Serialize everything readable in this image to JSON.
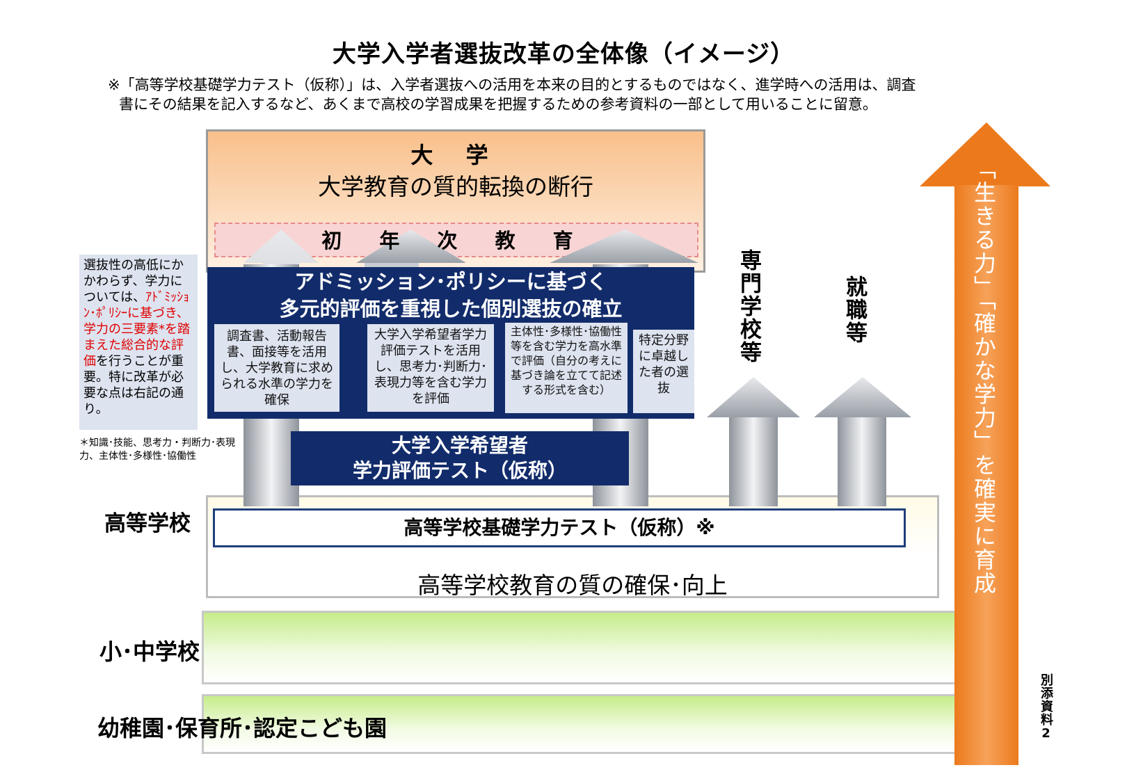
{
  "title": "大学入学者選抜改革の全体像（イメージ）",
  "note": {
    "line1": "※「高等学校基礎学力テスト（仮称）」は、入学者選抜への活用を本来の目的とするものではなく、進学時への活用は、調査",
    "line2": "書にその結果を記入するなど、あくまで高校の学習成果を把握するための参考資料の一部として用いることに留意。"
  },
  "university": {
    "title": "大 学",
    "subtitle": "大学教育の質的転換の断行",
    "first_year": "初 年 次 教 育"
  },
  "admission": {
    "title_line1": "アドミッション･ポリシーに基づく",
    "title_line2": "多元的評価を重視した個別選抜の確立",
    "cells": [
      "調査書、活動報告書、面接等を活用し、大学教育に求められる水準の学力を確保",
      "大学入学希望者学力評価テストを活用し、思考力･判断力･表現力等を含む学力を評価",
      "主体性･多様性･協働性等を含む学力を高水準で評価（自分の考えに基づき論を立てて記述する形式を含む）",
      "特定分野に卓越した者の選抜"
    ]
  },
  "test": {
    "line1": "大学入学希望者",
    "line2": "学力評価テスト（仮称）"
  },
  "side_note": {
    "part1": "選抜性の高低にかかわらず、学力については、",
    "part2": "ｱﾄﾞﾐｯｼｮﾝ･ﾎﾟﾘｼｰに基づき、学力の三要素*を踏まえた総合的な評価",
    "part3": "を行うことが重要。特に改革が必要な点は右記の通り。",
    "footnote": "＊知識･技能、思考力・判断力･表現力、主体性･多様性･協働性"
  },
  "high_school": {
    "label": "高等学校",
    "test": "高等学校基礎学力テスト（仮称）※",
    "quality": "高等学校教育の質の確保･向上"
  },
  "elementary": {
    "label": "小･中学校"
  },
  "kindergarten": {
    "label": "幼稚園･保育所･認定こども園"
  },
  "arrows": {
    "senmon": "専門学校等",
    "shushoku": "就職等",
    "ikiru": "「生きる力」「確かな学力」を確実に育成"
  },
  "bessoe": "別添資料2",
  "colors": {
    "navy": "#122c6b",
    "orange": "#ec7a1c",
    "light_blue": "#dde3ef",
    "red_text": "#e00000"
  }
}
